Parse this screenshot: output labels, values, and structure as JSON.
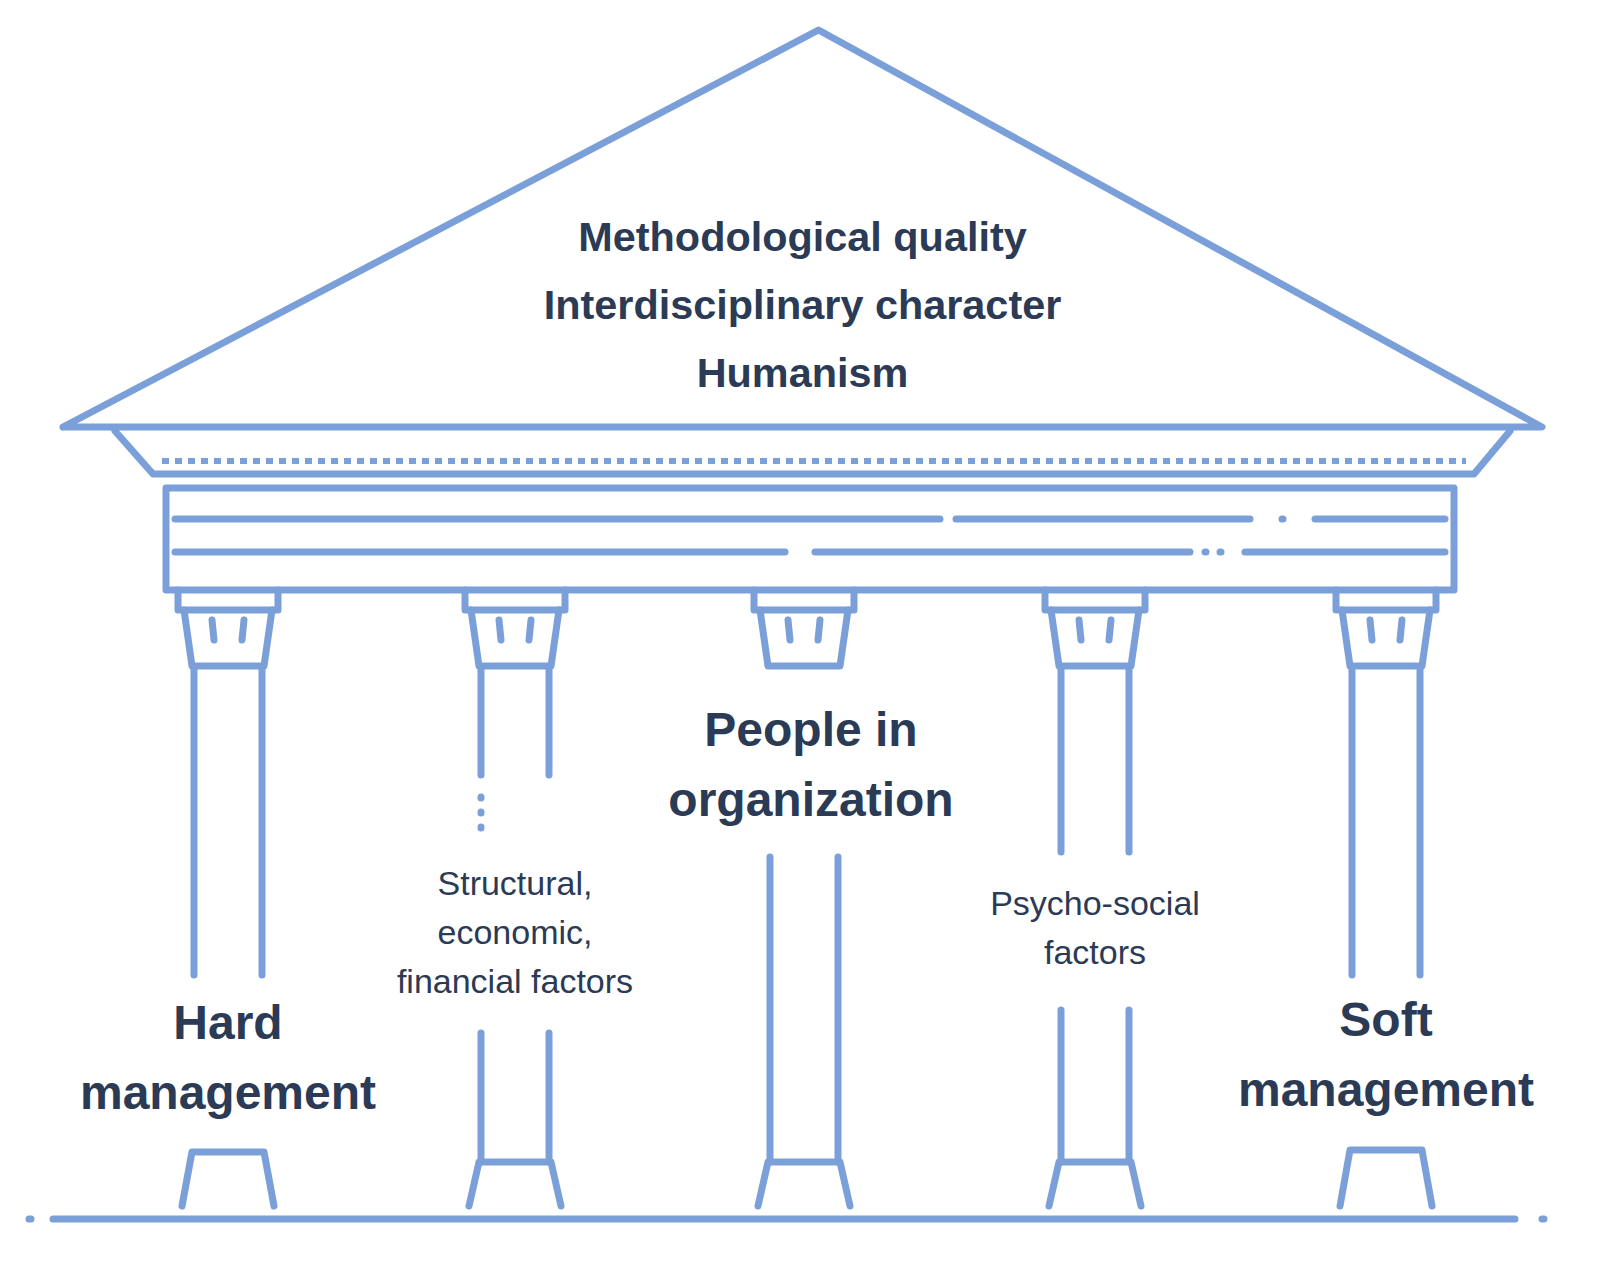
{
  "diagram": {
    "nodes": [
      {
        "text": [
          "Methodological quality",
          "Interdisciplinary character",
          "Humanism"
        ]
      }
    ],
    "labels": [
      "Hard management",
      "Structural, economic, financial factors",
      "People in organization",
      "Psycho-social factors",
      "Soft management"
    ]
  }
}
